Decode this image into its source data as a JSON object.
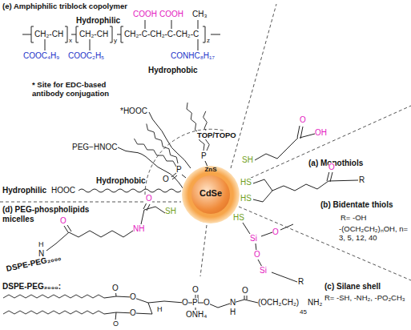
{
  "diagram": {
    "nodes": [
      {
        "text": [
          "ZnS"
        ]
      },
      {
        "text": [
          "CdSe"
        ],
        "in": 0
      }
    ],
    "labels": [
      "(e) Amphiphilic triblock copolymer",
      "Hydrophilic",
      "COOH",
      "COOH",
      "CH₃",
      "CH₂-CH",
      "x",
      "CH₂-CH",
      "y",
      "CH₂-C-CH₂-C-CH₂-C",
      "z",
      "COOC₄H₉",
      "COOC₂H₅",
      "CONHC₈H₁₇",
      "Hydrophobic",
      "* Site for EDC-based antibody conjugation",
      "*HOOC",
      "PEG−HNOC",
      "TOP/TOPO",
      "P",
      "P",
      "O",
      "(a) Monothiols",
      "SH",
      "O",
      "OH",
      "(b) Bidentate thiols",
      "R= -OH",
      "-(OCH₂CH₂)ₙOH, n= 3, 5, 12, 40",
      "O",
      "R",
      "HS",
      "HS",
      "(c) Silane shell",
      "R= -SH, -NH₂, -PO₂CH₃",
      "HS",
      "Si",
      "O",
      "O",
      "Si",
      "R",
      "Hydrophilic",
      "HOOC",
      "Hydrophobic",
      "(d) PEG-phospholipids micelles",
      "SH",
      "O",
      "NH",
      "O",
      "H",
      "N",
      "DSPE-PEG₂₀₀₀",
      "DSPE-PEG₂₀₀₀:",
      "O",
      "O",
      "O",
      "O",
      "H",
      "O",
      "O",
      "P",
      "O",
      "ONH₄",
      "H",
      "N",
      "O",
      "(OCH₂CH₂)",
      "45",
      "NH₂"
    ]
  }
}
